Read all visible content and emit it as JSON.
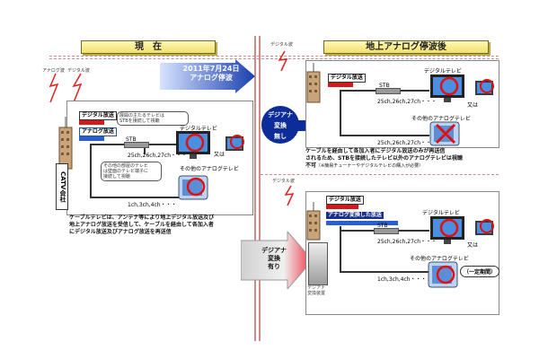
{
  "headers": {
    "current": "現　在",
    "after": "地上アナログ停波後"
  },
  "top_labels": {
    "analog_wave": "アナログ波",
    "digital_wave_left": "デジタル波",
    "digital_wave_right": "デジタル波",
    "digital_wave_right2": "デジタル波"
  },
  "date_arrow": {
    "line1": "2011年7月24日",
    "line2": "アナログ停波"
  },
  "catv": "CATV会社",
  "current": {
    "digital_label": "デジタル放送",
    "analog_label": "アナログ放送",
    "bubble1": "展開の主たるテレビは\nSTBを接続して視聴",
    "bubble2": "その他の部屋のテレビ\nは壁面のテレビ端子に\n接続して視聴",
    "digital_tv": "デジタルテレビ",
    "stb": "STB",
    "other_analog": "その他のアナログテレビ",
    "mata": "又は",
    "ch1": "25ch,26ch,27ch・・・",
    "ch2": "1ch,3ch,4ch・・・",
    "description": "ケーブルテレビは、アンテナ等により地上デジタル放送及び\n地上アナログ放送を受信して、ケーブルを経由して各加入者\nにデジタル放送及びアナログ放送を再送信"
  },
  "arrow_nashi": {
    "line1": "デジアナ",
    "line2": "変換",
    "line3": "無し"
  },
  "arrow_ari": {
    "line1": "デジアナ",
    "line2": "変換",
    "line3": "有り"
  },
  "after_none": {
    "digital_label": "デジタル放送",
    "stb": "STB",
    "digital_tv": "デジタルテレビ",
    "mata": "又は",
    "other_analog": "その他のアナログテレビ",
    "ch1": "25ch,26ch,27ch・・・",
    "ch2": "25ch,26ch,27ch・・・",
    "description_main": "ケーブルを経由して各加入者にデジタル放送のみが再送信\nされるため、STBを接続したテレビ以外のアナログテレビは視聴\n不可",
    "description_note": "（※簡易チューナーやデジタルテレビの購入が必要）"
  },
  "after_with": {
    "digital_label": "デジタル放送",
    "analog_converted": "アナログ変換した放送",
    "stb": "STB",
    "digital_tv": "デジタルテレビ",
    "mata": "又は",
    "other_analog": "その他のアナログテレビ",
    "ch1": "25ch,26ch,27ch・・・",
    "ch2": "1ch,3ch,4ch・・・",
    "converter": "デジアナ\n変換装置",
    "limited": "（一定期間）"
  }
}
